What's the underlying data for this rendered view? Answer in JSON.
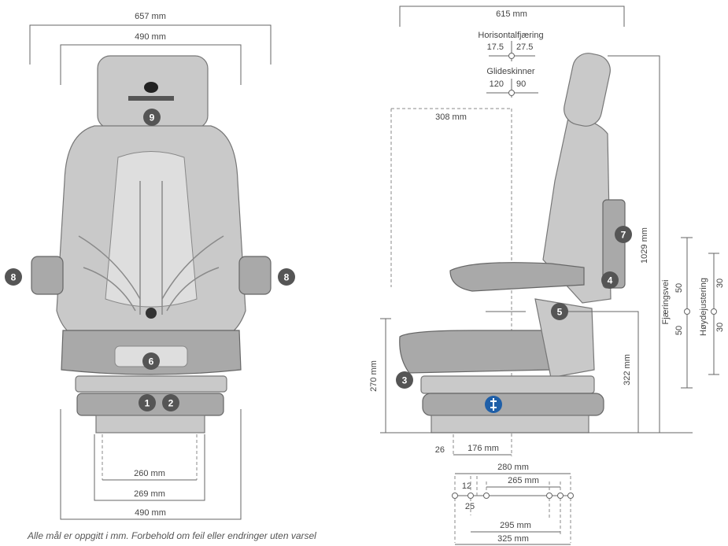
{
  "front_view": {
    "width_overall": "657 mm",
    "width_back": "490 mm",
    "rail_spacing": "260 mm",
    "base_width_1": "269 mm",
    "base_width_2": "490 mm",
    "badges": [
      "9",
      "8",
      "8",
      "6",
      "1",
      "2"
    ]
  },
  "side_view": {
    "depth_overall": "615 mm",
    "horizontal_suspension": {
      "label": "Horisontalfjæring",
      "left": "17.5",
      "right": "27.5"
    },
    "slide_rails": {
      "label": "Glideskinner",
      "left": "120",
      "right": "90"
    },
    "back_offset": "308 mm",
    "total_height": "1029 mm",
    "seat_height": "322 mm",
    "base_height": "270 mm",
    "suspension_travel": {
      "label": "Fjæringsvei",
      "up": "50",
      "down": "50"
    },
    "height_adjust": {
      "label": "Høydejustering",
      "up": "30",
      "down": "30"
    },
    "front_offset_small": "26",
    "front_offset": "176 mm",
    "badges": [
      "7",
      "4",
      "5",
      "3"
    ]
  },
  "mounting": {
    "d280": "280 mm",
    "d265": "265 mm",
    "d12": "12",
    "d25": "25",
    "d295": "295 mm",
    "d325": "325 mm"
  },
  "footnote": "Alle mål er oppgitt i mm. Forbehold om feil eller endringer uten varsel",
  "colors": {
    "badge": "#555555",
    "badge_blue": "#1f5fa8",
    "seat": "#c9c9c9"
  }
}
